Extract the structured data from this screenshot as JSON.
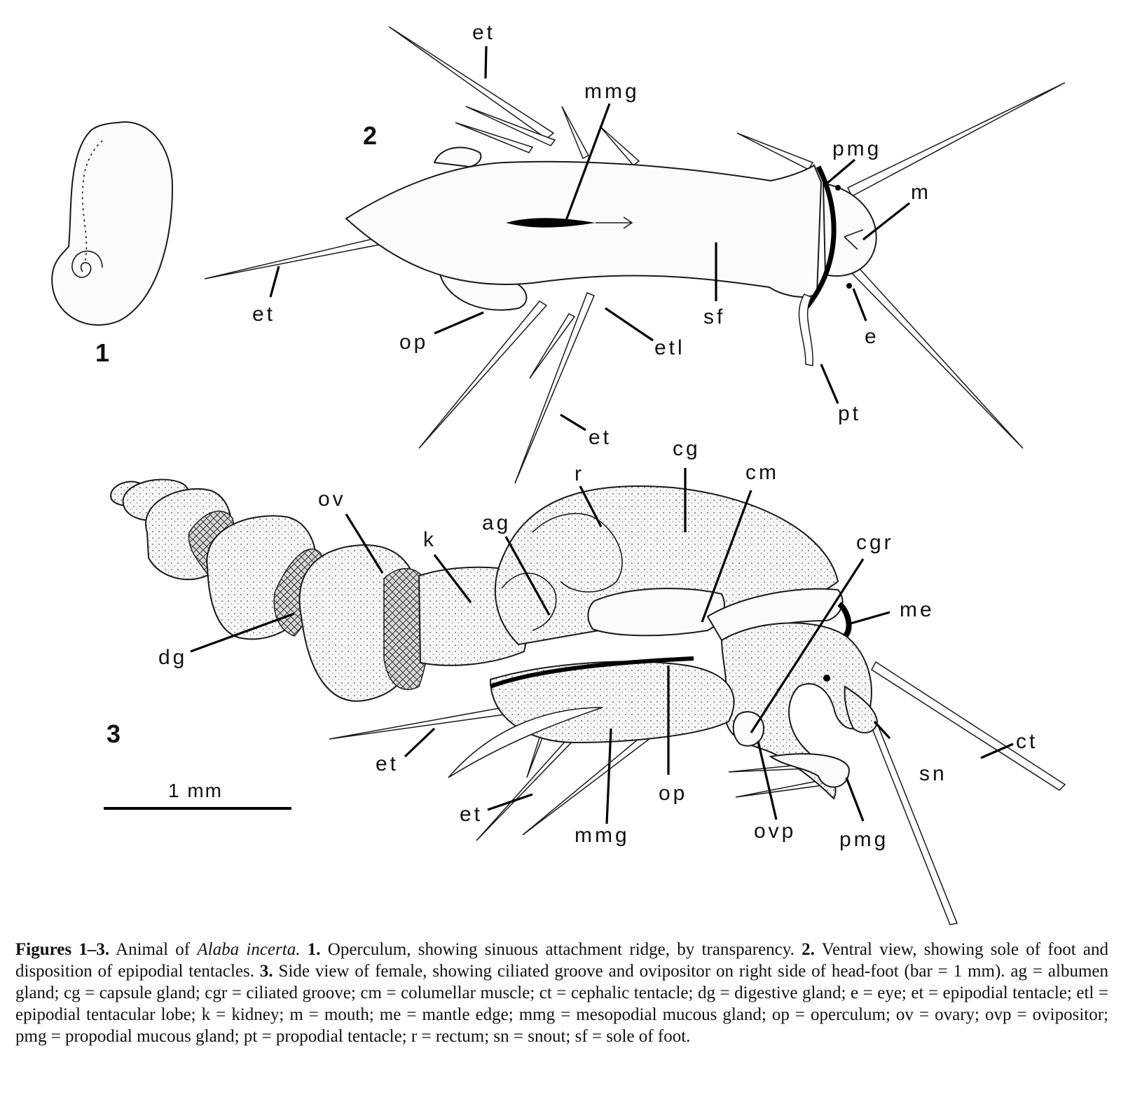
{
  "figures": {
    "fig1": {
      "number": "1"
    },
    "fig2": {
      "number": "2",
      "labels": {
        "et_top": "et",
        "mmg": "mmg",
        "pmg": "pmg",
        "m": "m",
        "et_left": "et",
        "op": "op",
        "etl": "etl",
        "sf": "sf",
        "e": "e",
        "pt": "pt",
        "et_bottom": "et"
      }
    },
    "fig3": {
      "number": "3",
      "labels": {
        "cg": "cg",
        "cm": "cm",
        "r": "r",
        "ov": "ov",
        "ag": "ag",
        "k": "k",
        "cgr": "cgr",
        "me": "me",
        "dg": "dg",
        "ct": "ct",
        "sn": "sn",
        "et_left": "et",
        "et_bottom": "et",
        "op": "op",
        "ovp": "ovp",
        "pmg": "pmg",
        "mmg": "mmg"
      }
    }
  },
  "scale_bar": {
    "label": "1 mm"
  },
  "caption": {
    "title": "Figures 1–3.",
    "intro": " Animal of ",
    "species": "Alaba incerta.",
    "n1": " 1.",
    "t1": " Operculum, showing sinuous attachment ridge, by transparency.",
    "n2": " 2.",
    "t2": " Ventral view, showing sole of foot and disposition of epipodial tentacles.",
    "n3": " 3.",
    "t3": " Side view of female, showing ciliated groove and ovipositor on right side of head-foot (bar = 1 mm). ag = albumen gland; cg = capsule gland; cgr = ciliated groove; cm = columellar muscle; ct = cephalic tentacle; dg = digestive gland; e = eye; et = epipodial tentacle; etl = epipodial tentacular lobe; k = kidney; m = mouth; me = mantle edge; mmg = mesopodial mucous gland; op = operculum; ov = ovary; ovp = ovipositor; pmg = propodial mucous gland; pt = propodial tentacle; r = rectum; sn = snout; sf = sole of foot."
  }
}
